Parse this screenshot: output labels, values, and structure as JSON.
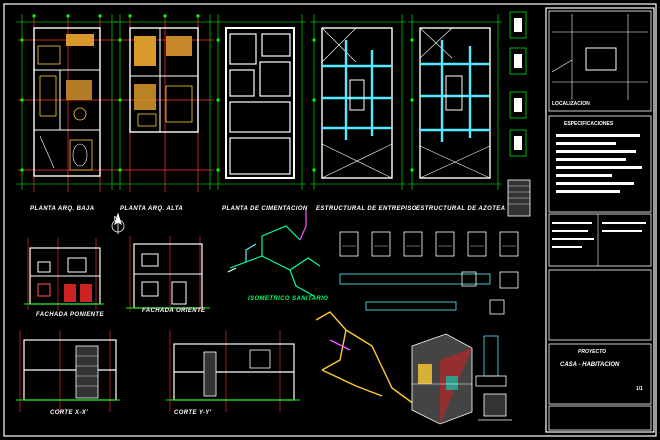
{
  "drawing_labels": {
    "planta_baja": "PLANTA ARQ. BAJA",
    "planta_alta": "PLANTA ARQ. ALTA",
    "cimentacion": "PLANTA DE CIMENTACION",
    "entrepiso": "ESTRUCTURAL DE ENTREPISO",
    "azotea": "ESTRUCTURAL DE AZOTEA",
    "fachada_poniente": "FACHADA PONIENTE",
    "fachada_oriente": "FACHADA ORIENTE",
    "isometrico": "ISOMETRICO SANITARIO",
    "corte_x": "CORTE X-X'",
    "corte_y": "CORTE Y-Y'"
  },
  "north_arrow_letter": "N",
  "title_block": {
    "localizacion": "LOCALIZACION",
    "especificaciones": "ESPECIFICACIONES",
    "proyecto": "PROYECTO",
    "project_name": "CASA - HABITACION",
    "sheet_number": "1/1"
  },
  "colors": {
    "background": "#000000",
    "walls": "#ffffff",
    "dimensions": "#00ff00",
    "grid_axes": "#ff0000",
    "furniture": "#ffcc33",
    "structure": "#55e8ff",
    "sanitary": "#00ff99",
    "hatch": "#ff55ff",
    "isometric_label": "#00ff66"
  }
}
